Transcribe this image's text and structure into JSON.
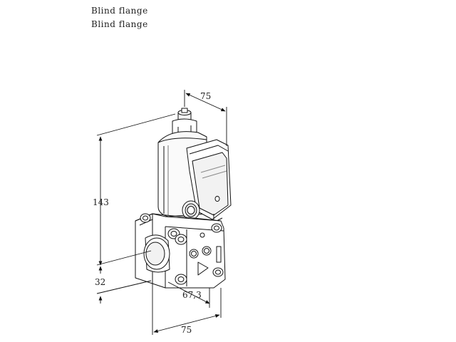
{
  "labels": [
    "Blind flange",
    "Blind flange"
  ],
  "dimensions": {
    "top_width": "75",
    "height": "143",
    "flange_offset": "32",
    "port_distance": "67,3",
    "bottom_width": "75"
  }
}
